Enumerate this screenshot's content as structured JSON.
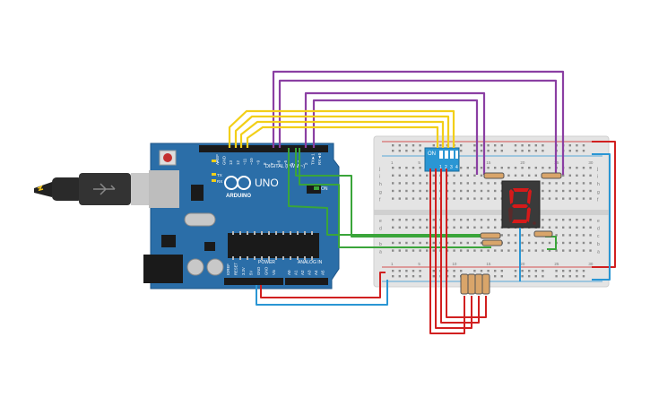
{
  "arduino": {
    "brand": "ARDUINO",
    "model": "UNO",
    "digital_header": "DIGITAL (PWM ~)",
    "power_header": "POWER",
    "analog_header": "ANALOG IN",
    "on_label": "ON",
    "tx_label": "TX",
    "rx_label": "RX",
    "l_label": "L",
    "digital_pins": [
      "AREF",
      "GND",
      "13",
      "12",
      "~11",
      "~10",
      "~9",
      "8",
      "7",
      "~6",
      "~5",
      "4",
      "~3",
      "2",
      "TX►1",
      "RX◄0"
    ],
    "power_pins": [
      "IOREF",
      "RESET",
      "3.3V",
      "5V",
      "GND",
      "GND",
      "Vin"
    ],
    "analog_pins": [
      "A0",
      "A1",
      "A2",
      "A3",
      "A4",
      "A5"
    ]
  },
  "dip_switch": {
    "label": "ON",
    "positions": [
      "1",
      "2",
      "3",
      "4"
    ]
  },
  "breadboard": {
    "row_letters_top": [
      "j",
      "i",
      "h",
      "g",
      "f"
    ],
    "row_letters_bottom": [
      "e",
      "d",
      "c",
      "b",
      "a"
    ],
    "column_numbers": [
      "1",
      "5",
      "10",
      "15",
      "20",
      "25",
      "30"
    ]
  },
  "seven_segment": {
    "digit": "9"
  },
  "colors": {
    "board": "#2b6ea8",
    "wire_purple": "#8b3fa3",
    "wire_yellow": "#f2cf18",
    "wire_green": "#3aa53a",
    "wire_red": "#d12020",
    "wire_blue": "#2a96d4",
    "segment_on": "#d61a1a"
  }
}
